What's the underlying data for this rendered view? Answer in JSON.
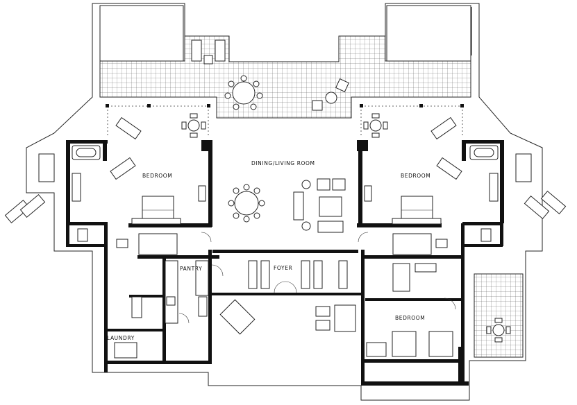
{
  "rooms": {
    "bedroom_west": "BEDROOM",
    "dining_living": "DINING/LIVING ROOM",
    "bedroom_east": "BEDROOM",
    "pantry": "PANTRY",
    "foyer": "FOYER",
    "bedroom_south": "BEDROOM",
    "laundry": "LAUNDRY"
  },
  "icons": {
    "dining_table": "round-dining-table-icon",
    "sofa": "sofa-icon",
    "bed": "bed-icon",
    "lounge_chair": "lounge-chair-icon",
    "door_swing": "door-swing-icon",
    "bathtub": "bathtub-icon"
  }
}
